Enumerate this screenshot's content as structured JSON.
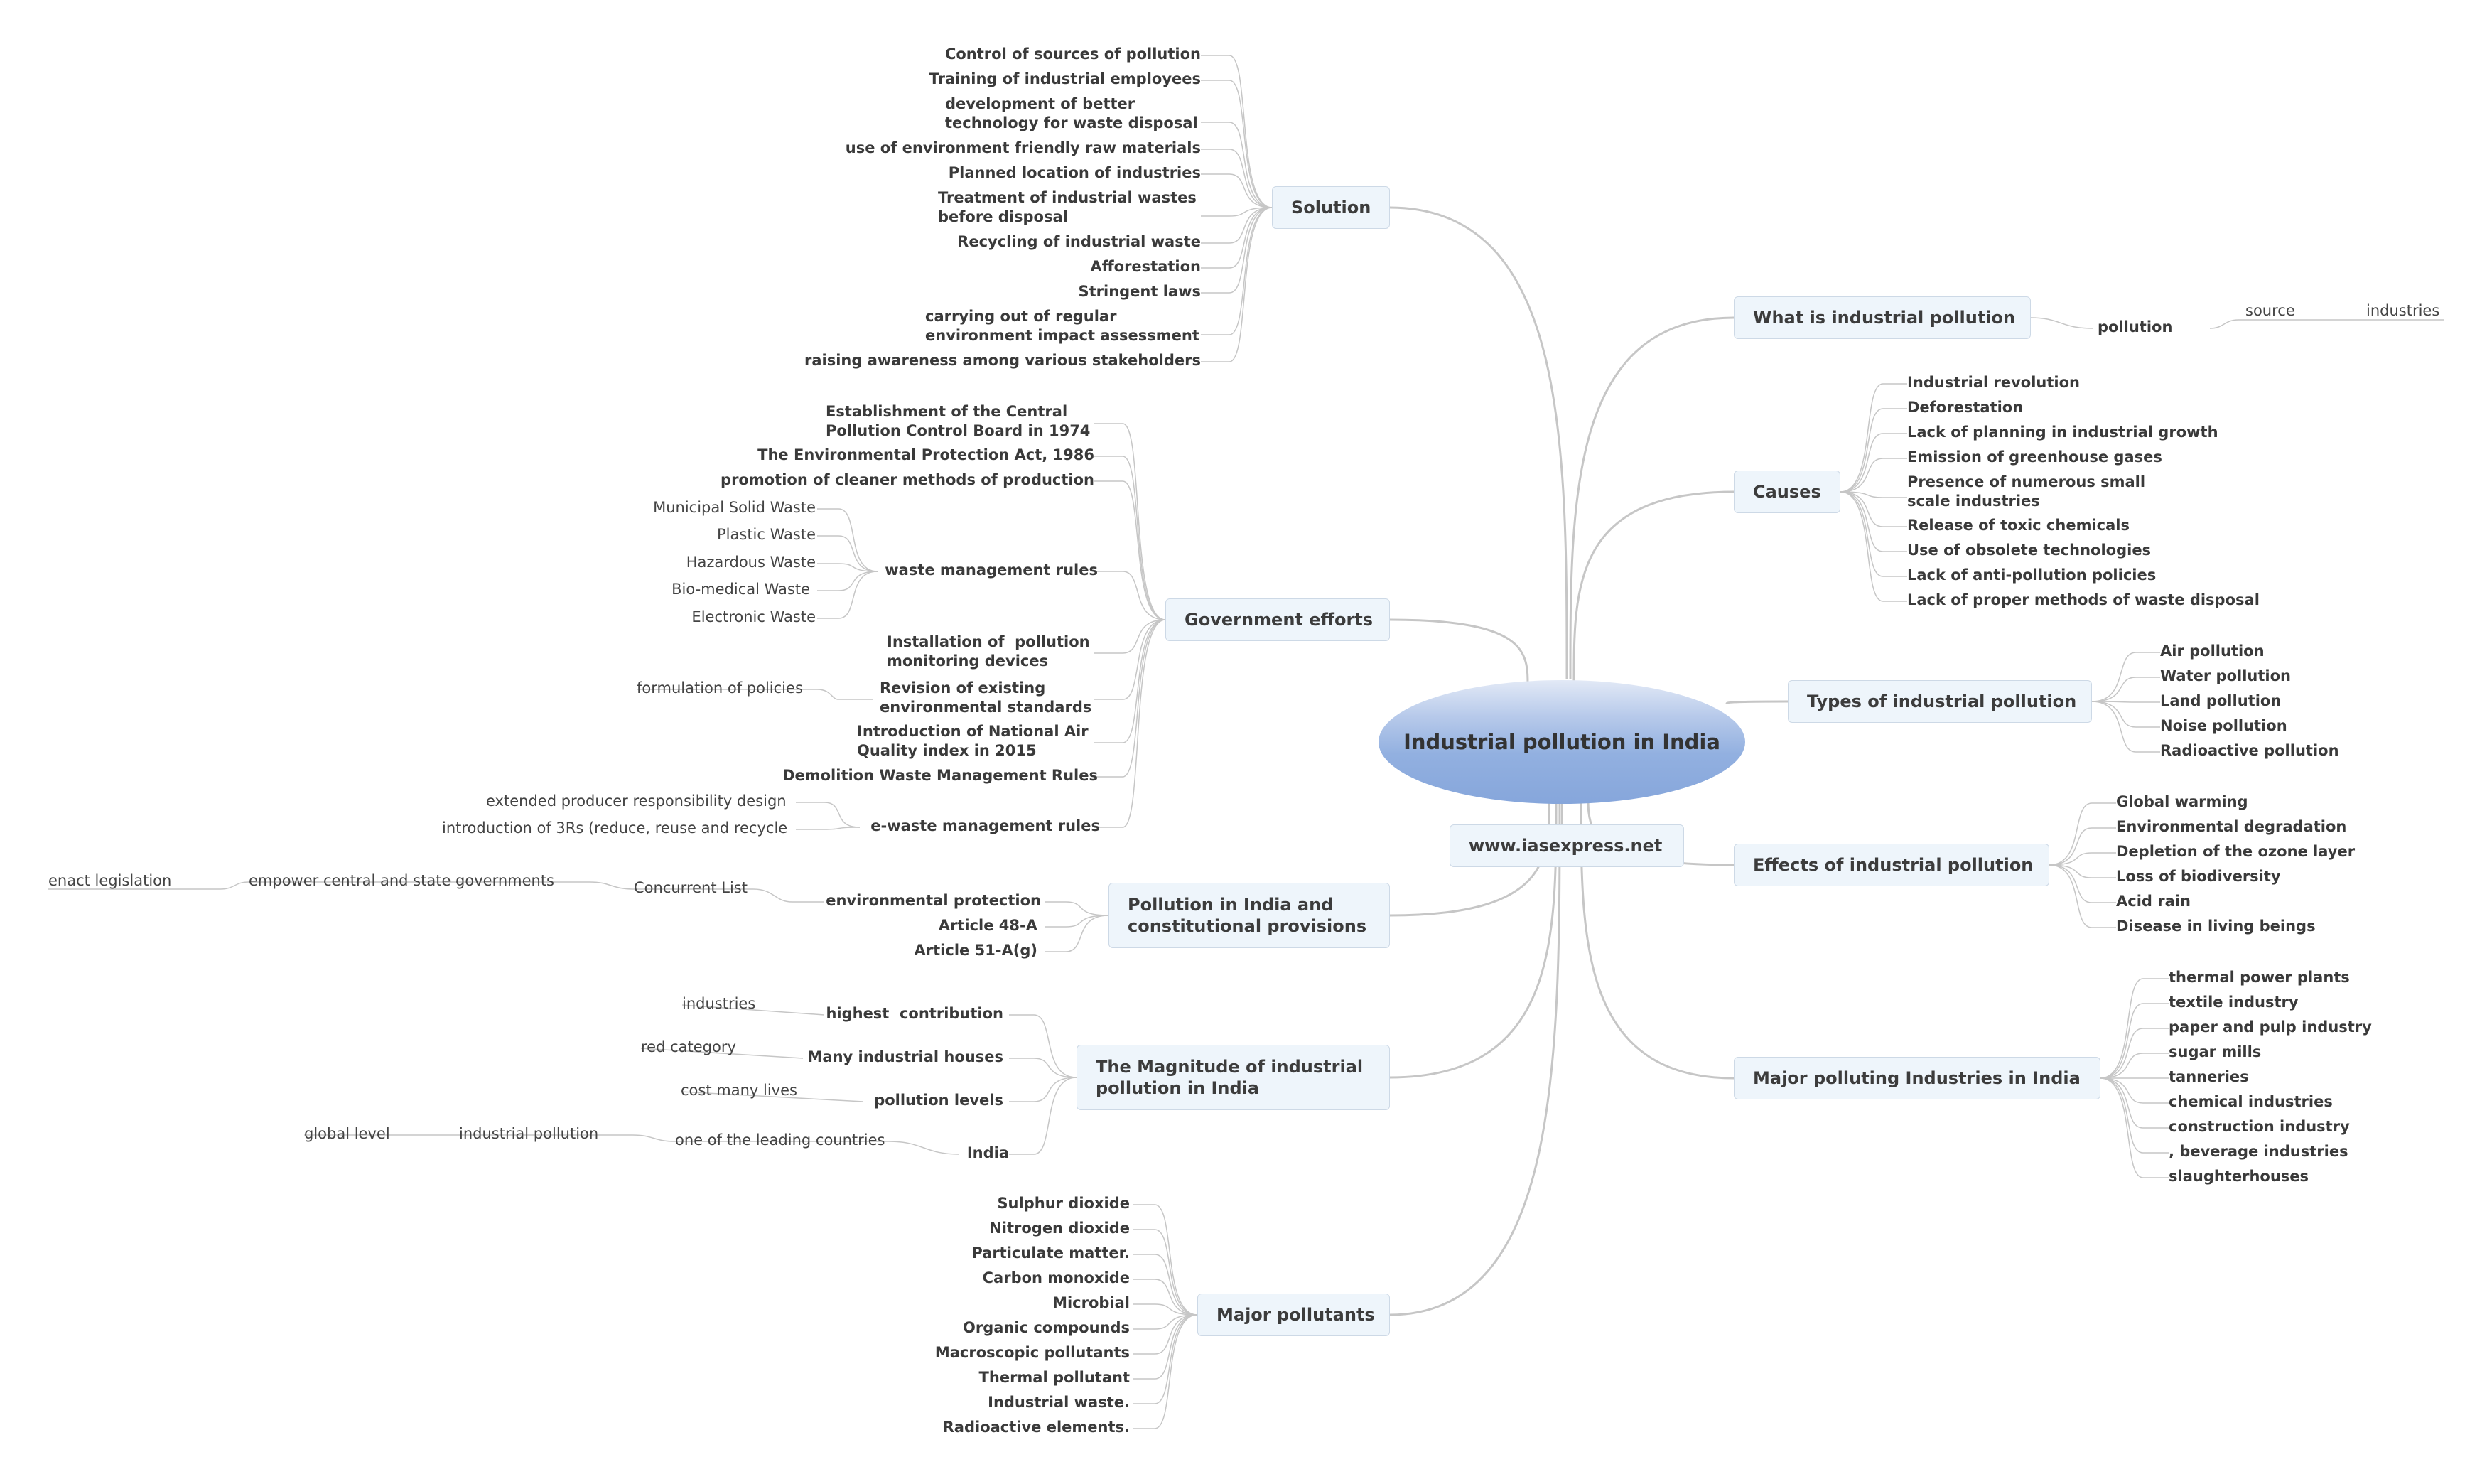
{
  "central_topic": "Industrial pollution in India",
  "website": "www.iasexpress.net",
  "branches": {
    "what_is": {
      "label": "What is industrial pollution",
      "pollution": "pollution",
      "source": "source",
      "industries": "industries"
    },
    "causes": {
      "label": "Causes",
      "items": [
        "Industrial revolution",
        "Deforestation",
        "Lack of planning in industrial growth",
        "Emission of greenhouse gases",
        "Presence of numerous small\nscale industries",
        "Release of toxic chemicals",
        "Use of obsolete technologies",
        "Lack of anti-pollution policies",
        "Lack of proper methods of waste disposal"
      ]
    },
    "types": {
      "label": "Types of industrial pollution",
      "items": [
        "Air pollution",
        "Water pollution",
        "Land pollution",
        "Noise pollution",
        "Radioactive pollution"
      ]
    },
    "effects": {
      "label": "Effects of industrial pollution",
      "items": [
        "Global warming",
        "Environmental degradation",
        "Depletion of the ozone layer",
        "Loss of biodiversity",
        "Acid rain",
        "Disease in living beings"
      ]
    },
    "industries": {
      "label": "Major polluting Industries in India",
      "items": [
        "thermal power plants",
        "textile industry",
        "paper and pulp industry",
        "sugar mills",
        "tanneries",
        "chemical industries",
        "construction industry",
        ", beverage industries",
        "slaughterhouses"
      ]
    },
    "solution": {
      "label": "Solution",
      "items": [
        "Control of sources of pollution",
        "Training of industrial employees",
        "development of better\ntechnology for waste disposal",
        "use of environment friendly raw materials",
        "Planned location of industries",
        "Treatment of industrial wastes\nbefore disposal",
        "Recycling of industrial waste",
        "Afforestation",
        "Stringent laws",
        "carrying out of regular\nenvironment impact assessment",
        "raising awareness among various stakeholders"
      ]
    },
    "government": {
      "label": "Government efforts",
      "items": [
        "Establishment of the Central\nPollution Control Board in 1974",
        "The Environmental Protection Act, 1986",
        "promotion of cleaner methods of production",
        "waste management rules",
        "Installation of  pollution\nmonitoring devices",
        "Revision of existing\nenvironmental standards",
        "Introduction of National Air\nQuality index in 2015",
        "Demolition Waste Management Rules",
        "e-waste management rules"
      ],
      "waste_rules": [
        "Municipal Solid Waste",
        "Plastic Waste",
        "Hazardous Waste",
        "Bio-medical Waste",
        "Electronic Waste"
      ],
      "revision_detail": "formulation of policies",
      "ewaste_details": [
        "extended producer responsibility design",
        "introduction of 3Rs (reduce, reuse and recycle"
      ]
    },
    "constitutional": {
      "label": "Pollution in India and\nconstitutional provisions",
      "items": [
        "environmental protection",
        "Article 48-A",
        "Article 51-A(g)"
      ],
      "concurrent_list": "Concurrent List",
      "empower": "empower central and state governments",
      "enact": "enact legislation"
    },
    "magnitude": {
      "label": "The Magnitude of industrial\npollution in India",
      "items": [
        "highest  contribution",
        "Many industrial houses",
        "pollution levels",
        "India"
      ],
      "highest_detail": "industries",
      "houses_detail": "red category",
      "levels_detail": "cost many lives",
      "india_detail": "one of the leading countries",
      "india_sub": "industrial pollution",
      "india_sub2": "global level"
    },
    "pollutants": {
      "label": "Major pollutants",
      "items": [
        "Sulphur dioxide",
        "Nitrogen dioxide",
        "Particulate matter.",
        "Carbon monoxide",
        "Microbial",
        "Organic compounds",
        "Macroscopic pollutants",
        "Thermal pollutant",
        "Industrial waste.",
        "Radioactive elements."
      ]
    }
  },
  "colors": {
    "line": "#c6c6c6",
    "topic_fill": "#eef5fb",
    "topic_border": "#cdd9e6",
    "root_fill": "#8aa9dc"
  }
}
